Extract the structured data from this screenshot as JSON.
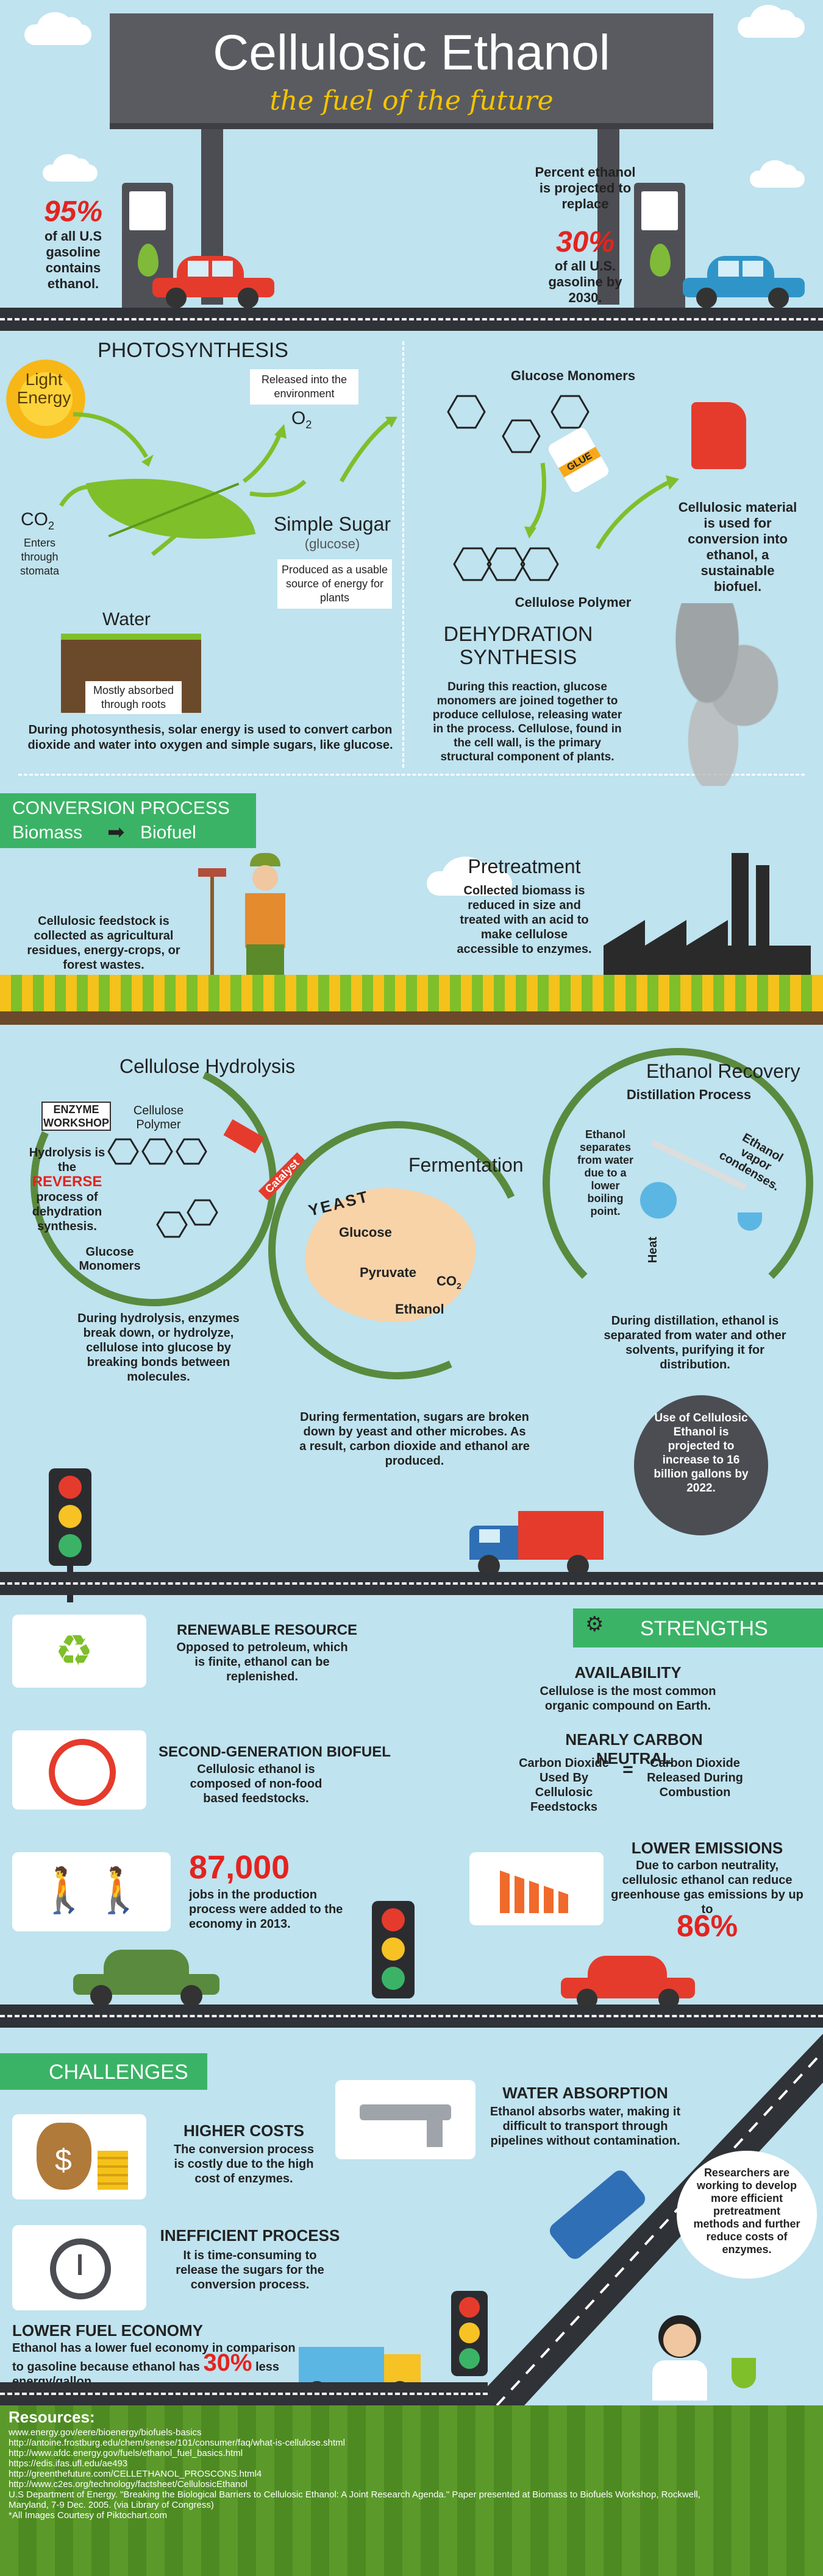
{
  "header": {
    "title": "Cellulosic Ethanol",
    "subtitle": "the fuel of the future",
    "left_stat": {
      "value": "95%",
      "text": "of all U.S gasoline contains ethanol."
    },
    "right_stat": {
      "pre": "Percent ethanol is projected to replace",
      "value": "30%",
      "post": "of all U.S. gasoline by 2030."
    }
  },
  "photosynthesis": {
    "title": "PHOTOSYNTHESIS",
    "light": "Light Energy",
    "released": "Released into the environment",
    "o2": "O",
    "o2_sub": "2",
    "co2": "CO",
    "co2_sub": "2",
    "co2_note": "Enters through stomata",
    "water": "Water",
    "water_note": "Mostly absorbed through roots",
    "sugar": "Simple Sugar",
    "sugar_sub": "(glucose)",
    "sugar_note": "Produced as a usable source of energy for plants",
    "desc": "During photosynthesis, solar energy is used to convert carbon dioxide and water into oxygen and simple sugars, like glucose."
  },
  "dehydration": {
    "monomers": "Glucose Monomers",
    "glue": "GLUE",
    "polymer": "Cellulose Polymer",
    "title": "DEHYDRATION SYNTHESIS",
    "desc": "During this reaction, glucose monomers are joined together to produce cellulose, releasing water in the process. Cellulose, found in the cell wall, is the primary structural component of plants.",
    "material": "Cellulosic material is used for conversion into ethanol, a sustainable biofuel."
  },
  "conversion": {
    "title": "CONVERSION PROCESS",
    "from": "Biomass",
    "to": "Biofuel",
    "feedstock": "Cellulosic feedstock is collected as agricultural residues, energy-crops, or forest wastes.",
    "pretreatment_title": "Pretreatment",
    "pretreatment": "Collected biomass is reduced in size and treated with an acid to make cellulose accessible to enzymes."
  },
  "hydrolysis": {
    "title": "Cellulose Hydrolysis",
    "workshop": "ENZYME WORKSHOP",
    "polymer": "Cellulose Polymer",
    "catalyst": "Catalyst",
    "def_pre": "Hydrolysis is the",
    "def_key": "REVERSE",
    "def_post": "process of dehydration synthesis.",
    "monomers": "Glucose Monomers",
    "desc": "During hydrolysis, enzymes break down, or hydrolyze, cellulose into glucose by breaking bonds between molecules."
  },
  "fermentation": {
    "title": "Fermentation",
    "yeast": "YEAST",
    "glucose": "Glucose",
    "pyruvate": "Pyruvate",
    "co2": "CO",
    "co2_sub": "2",
    "ethanol": "Ethanol",
    "desc": "During fermentation, sugars are broken down by yeast and other microbes. As a result, carbon dioxide and ethanol are produced."
  },
  "recovery": {
    "title": "Ethanol Recovery",
    "process": "Distillation Process",
    "ethanol_note": "Ethanol separates from water due to a lower boiling point.",
    "vapor": "Ethanol vapor condenses.",
    "heat": "Heat",
    "desc": "During distillation, ethanol is separated from water and other solvents, purifying it for distribution."
  },
  "projection": "Use of Cellulosic Ethanol is projected to increase to 16 billion gallons by 2022.",
  "strengths": {
    "title": "STRENGTHS",
    "renewable_title": "RENEWABLE RESOURCE",
    "renewable": "Opposed to petroleum, which is finite, ethanol can be replenished.",
    "availability_title": "AVAILABILITY",
    "availability": "Cellulose is the most common organic compound on Earth.",
    "second_gen_title": "SECOND-GENERATION BIOFUEL",
    "second_gen": "Cellulosic ethanol is composed of non-food based feedstocks.",
    "carbon_title": "NEARLY CARBON NEUTRAL",
    "carbon_left": "Carbon Dioxide Used By Cellulosic Feedstocks",
    "carbon_eq": "=",
    "carbon_right": "Carbon Dioxide Released During Combustion",
    "jobs_value": "87,000",
    "jobs": "jobs in the production process were added to the economy in 2013.",
    "emissions_title": "LOWER EMISSIONS",
    "emissions": "Due to carbon neutrality, cellulosic ethanol can reduce greenhouse gas emissions by up to",
    "emissions_value": "86%"
  },
  "challenges": {
    "title": "CHALLENGES",
    "costs_title": "HIGHER COSTS",
    "costs": "The conversion process is costly due to the high cost of enzymes.",
    "water_title": "WATER ABSORPTION",
    "water": "Ethanol absorbs water, making it difficult to transport through pipelines without contamination.",
    "inefficient_title": "INEFFICIENT PROCESS",
    "inefficient": "It is time-consuming to release the sugars for the conversion process.",
    "researchers": "Researchers are working to develop more efficient pretreatment methods and further reduce costs of enzymes.",
    "economy_title": "LOWER FUEL ECONOMY",
    "economy_pre": "Ethanol has a lower fuel economy in comparison to gasoline because ethanol has",
    "economy_value": "30%",
    "economy_post": "less energy/gallon."
  },
  "resources": {
    "title": "Resources:",
    "lines": [
      "www.energy.gov/eere/bioenergy/biofuels-basics",
      "http://antoine.frostburg.edu/chem/senese/101/consumer/faq/what-is-cellulose.shtml",
      "http://www.afdc.energy.gov/fuels/ethanol_fuel_basics.html",
      "https://edis.ifas.ufl.edu/ae493",
      "http://greenthefuture.com/CELLETHANOL_PROSCONS.html4",
      "http://www.c2es.org/technology/factsheet/CellulosicEthanol",
      "U.S Department of Energy. \"Breaking the Biological Barriers to Cellulosic Ethanol: A Joint Research Agenda.\" Paper presented at Biomass to Biofuels Workshop, Rockwell, Maryland, 7-9 Dec. 2005. (via Library of Congress)",
      "*All Images Courtesy of Piktochart.com"
    ]
  }
}
